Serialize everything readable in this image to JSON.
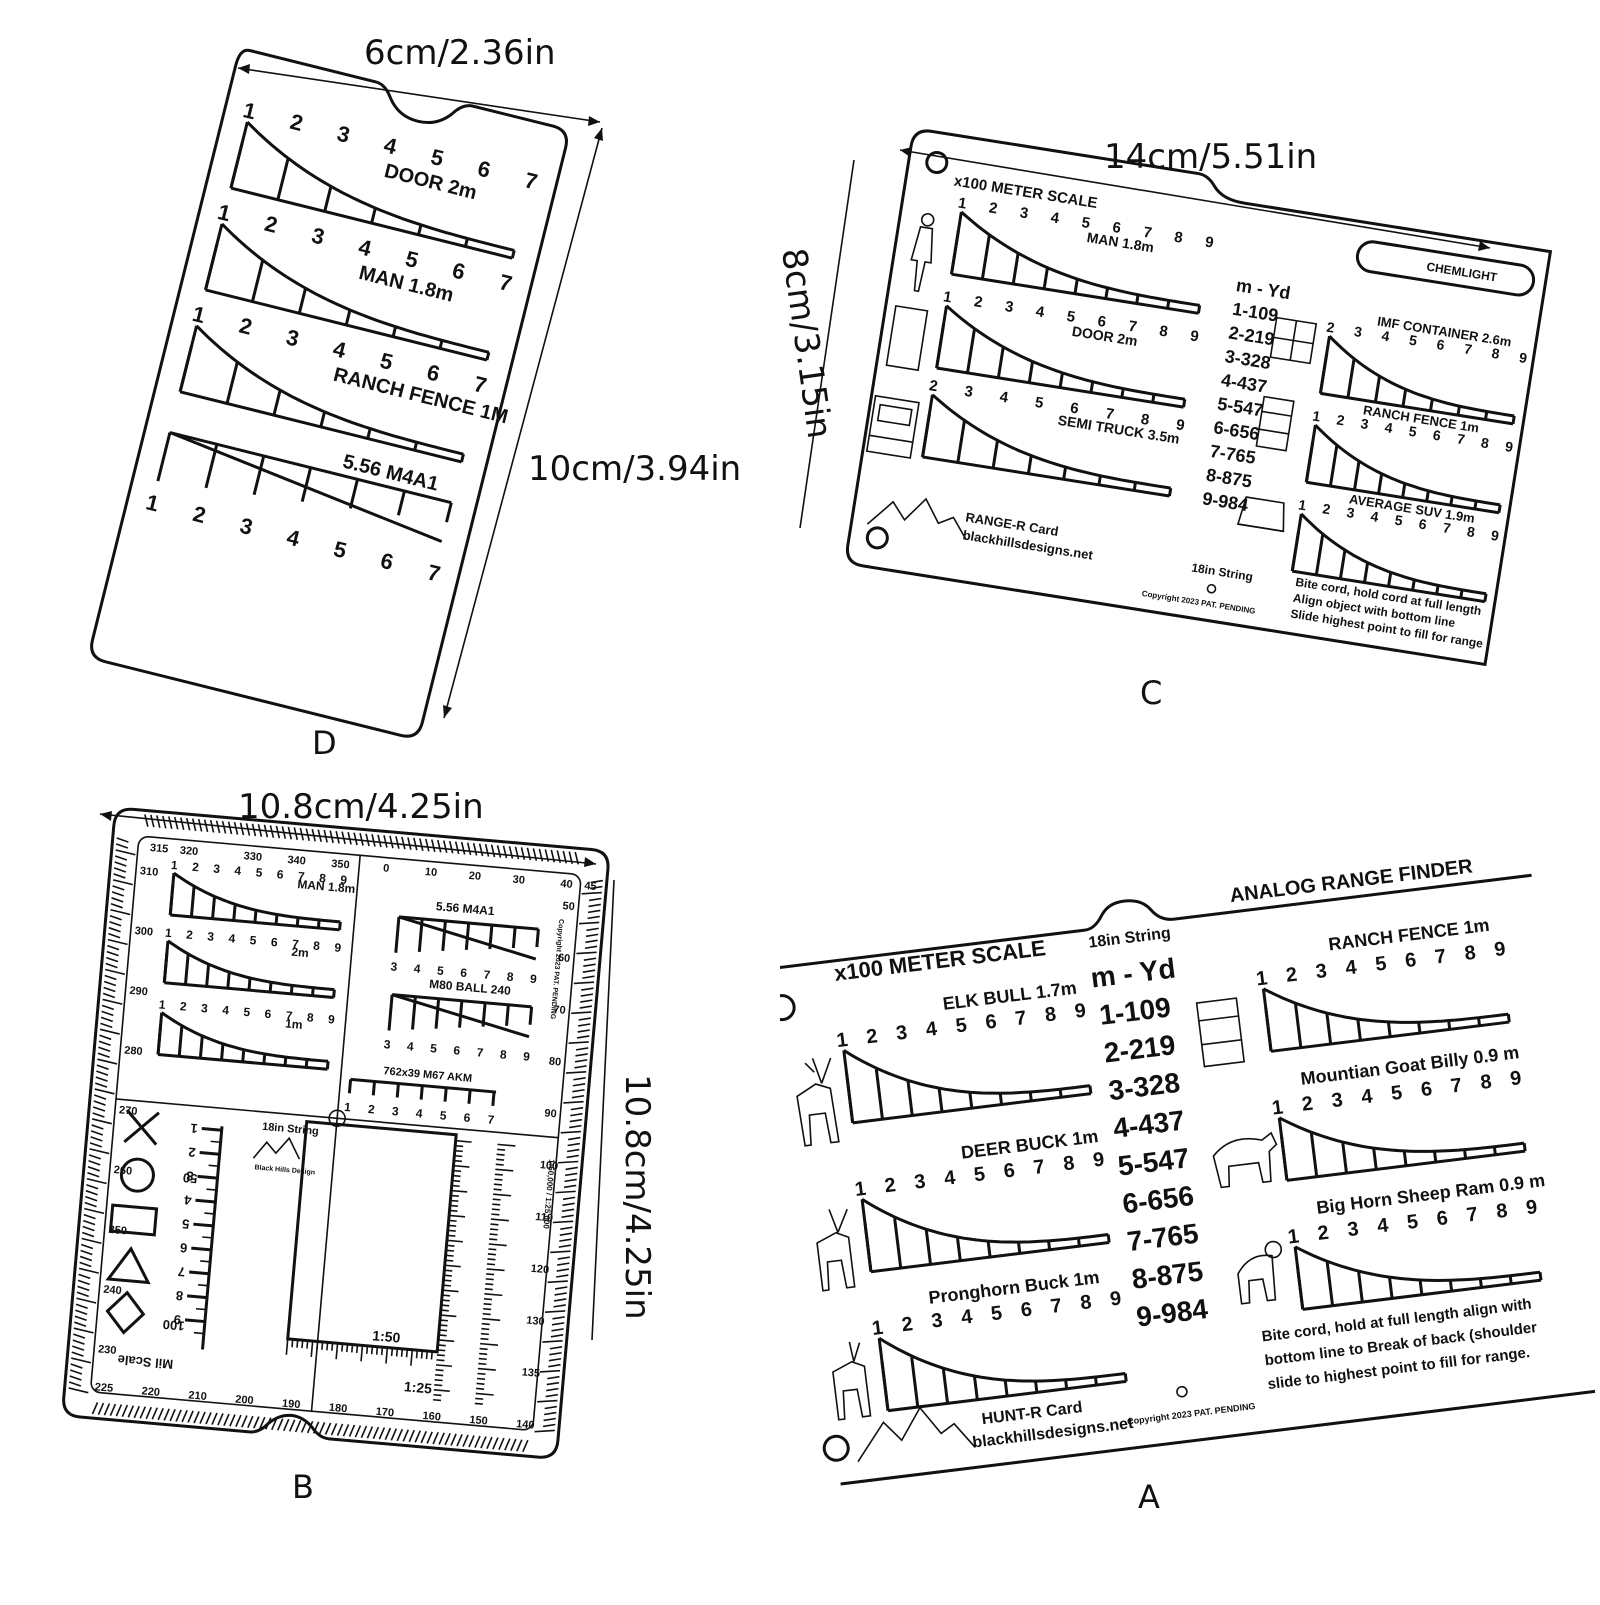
{
  "cards": {
    "D": {
      "label": "D",
      "width_dim": "6cm/2.36in",
      "height_dim": "10cm/3.94in",
      "scales": [
        {
          "title": "DOOR 2m",
          "numbers": [
            "1",
            "2",
            "3",
            "4",
            "5",
            "6",
            "7"
          ]
        },
        {
          "title": "MAN 1.8m",
          "numbers": [
            "1",
            "2",
            "3",
            "4",
            "5",
            "6",
            "7"
          ]
        },
        {
          "title": "RANCH FENCE 1M",
          "numbers": [
            "1",
            "2",
            "3",
            "4",
            "5",
            "6",
            "7"
          ]
        },
        {
          "title": "5.56 M4A1",
          "numbers": [
            "1",
            "2",
            "3",
            "4",
            "5",
            "6",
            "7"
          ]
        }
      ]
    },
    "C": {
      "label": "C",
      "width_dim": "14cm/5.51in",
      "height_dim": "8cm/3.15in",
      "header": "x100 METER SCALE",
      "chemlight": "CHEMLIGHT",
      "left_scales": [
        {
          "title": "MAN 1.8m",
          "numbers": [
            "1",
            "2",
            "3",
            "4",
            "5",
            "6",
            "7",
            "8",
            "9"
          ],
          "icon": "man-icon"
        },
        {
          "title": "DOOR 2m",
          "numbers": [
            "1",
            "2",
            "3",
            "4",
            "5",
            "6",
            "7",
            "8",
            "9"
          ],
          "icon": "door-icon"
        },
        {
          "title": "SEMI TRUCK 3.5m",
          "numbers": [
            "2",
            "3",
            "4",
            "5",
            "6",
            "7",
            "8",
            "9"
          ],
          "icon": "truck-icon"
        }
      ],
      "right_scales": [
        {
          "title": "IMF CONTAINER 2.6m",
          "numbers": [
            "2",
            "3",
            "4",
            "5",
            "6",
            "7",
            "8",
            "9"
          ],
          "icon": "container-icon"
        },
        {
          "title": "RANCH FENCE 1m",
          "numbers": [
            "1",
            "2",
            "3",
            "4",
            "5",
            "6",
            "7",
            "8",
            "9"
          ],
          "icon": "fence-icon"
        },
        {
          "title": "AVERAGE SUV 1.9m",
          "numbers": [
            "1",
            "2",
            "3",
            "4",
            "5",
            "6",
            "7",
            "8",
            "9"
          ],
          "icon": "suv-icon"
        }
      ],
      "conversion_header": "m - Yd",
      "conversions": [
        "1-109",
        "2-219",
        "3-328",
        "4-437",
        "5-547",
        "6-656",
        "7-765",
        "8-875",
        "9-984"
      ],
      "brand": "RANGE-R Card",
      "website": "blackhillsdesigns.net",
      "string_label": "18in String",
      "copyright": "Copyright 2023 PAT. PENDING",
      "instructions": [
        "Bite cord, hold cord at full length",
        "Align object with bottom line",
        "Slide highest point to fill for range"
      ]
    },
    "B": {
      "label": "B",
      "width_dim": "10.8cm/4.25in",
      "height_dim": "10.8cm/4.25in",
      "top_bearings": [
        "315",
        "320",
        "330",
        "340",
        "350",
        "0",
        "10",
        "20",
        "30",
        "40",
        "45"
      ],
      "right_bearings": [
        "50",
        "60",
        "70",
        "80",
        "90",
        "100",
        "110",
        "120",
        "130",
        "135"
      ],
      "bottom_bearings": [
        "225",
        "220",
        "210",
        "200",
        "190",
        "180",
        "170",
        "160",
        "150",
        "140"
      ],
      "left_bearings": [
        "310",
        "300",
        "290",
        "280",
        "270",
        "260",
        "250",
        "240",
        "230"
      ],
      "scales": [
        {
          "title": "MAN 1.8m",
          "numbers": [
            "1",
            "2",
            "3",
            "4",
            "5",
            "6",
            "7",
            "8",
            "9"
          ]
        },
        {
          "title": "2m",
          "numbers": [
            "1",
            "2",
            "3",
            "4",
            "5",
            "6",
            "7",
            "8",
            "9"
          ]
        },
        {
          "title": "1m",
          "numbers": [
            "1",
            "2",
            "3",
            "4",
            "5",
            "6",
            "7",
            "8",
            "9"
          ]
        }
      ],
      "weapon_scales": [
        {
          "title": "5.56 M4A1",
          "numbers": [
            "3",
            "4",
            "5",
            "6",
            "7",
            "8",
            "9"
          ]
        },
        {
          "title": "M80 BALL 240",
          "numbers": [
            "3",
            "4",
            "5",
            "6",
            "7",
            "8",
            "9"
          ]
        },
        {
          "title": "762x39 M67 AKM",
          "numbers": [
            "1",
            "2",
            "3",
            "4",
            "5",
            "6",
            "7"
          ]
        }
      ],
      "mil_numbers": [
        "1",
        "2",
        "3",
        "4",
        "5",
        "6",
        "7",
        "8",
        "9"
      ],
      "mil_50": "50",
      "mil_100": "100",
      "mil_scale": "Mil Scale",
      "string_label": "18in String",
      "brand": "Black Hills Design",
      "copyright": "Copyright 2023 PAT. PENDING",
      "scale_150": "1:50",
      "scale_125": "1:25",
      "right_scale": "1:50,000 / 1:25,000"
    },
    "A": {
      "label": "A",
      "title": "ANALOG RANGE FINDER",
      "header": "x100 METER SCALE",
      "string_label": "18in String",
      "left_scales": [
        {
          "title": "ELK BULL 1.7m",
          "numbers": [
            "1",
            "2",
            "3",
            "4",
            "5",
            "6",
            "7",
            "8",
            "9"
          ],
          "icon": "elk-icon"
        },
        {
          "title": "DEER BUCK 1m",
          "numbers": [
            "1",
            "2",
            "3",
            "4",
            "5",
            "6",
            "7",
            "8",
            "9"
          ],
          "icon": "deer-icon"
        },
        {
          "title": "Pronghorn Buck 1m",
          "numbers": [
            "1",
            "2",
            "3",
            "4",
            "5",
            "6",
            "7",
            "8",
            "9"
          ],
          "icon": "pronghorn-icon"
        }
      ],
      "right_scales": [
        {
          "title": "RANCH FENCE 1m",
          "numbers": [
            "1",
            "2",
            "3",
            "4",
            "5",
            "6",
            "7",
            "8",
            "9"
          ],
          "icon": "fence-icon"
        },
        {
          "title": "Mountian Goat Billy 0.9 m",
          "numbers": [
            "1",
            "2",
            "3",
            "4",
            "5",
            "6",
            "7",
            "8",
            "9"
          ],
          "icon": "goat-icon"
        },
        {
          "title": "Big Horn Sheep Ram 0.9 m",
          "numbers": [
            "1",
            "2",
            "3",
            "4",
            "5",
            "6",
            "7",
            "8",
            "9"
          ],
          "icon": "ram-icon"
        }
      ],
      "conversion_header": "m - Yd",
      "conversions": [
        "1-109",
        "2-219",
        "3-328",
        "4-437",
        "5-547",
        "6-656",
        "7-765",
        "8-875",
        "9-984"
      ],
      "brand": "HUNT-R Card",
      "website": "blackhillsdesigns.net",
      "copyright": "Copyright 2023 PAT. PENDING",
      "instructions": [
        "Bite cord, hold at full length align with",
        "bottom line to Break of back (shoulder",
        "slide to highest point to fill for range."
      ]
    }
  }
}
